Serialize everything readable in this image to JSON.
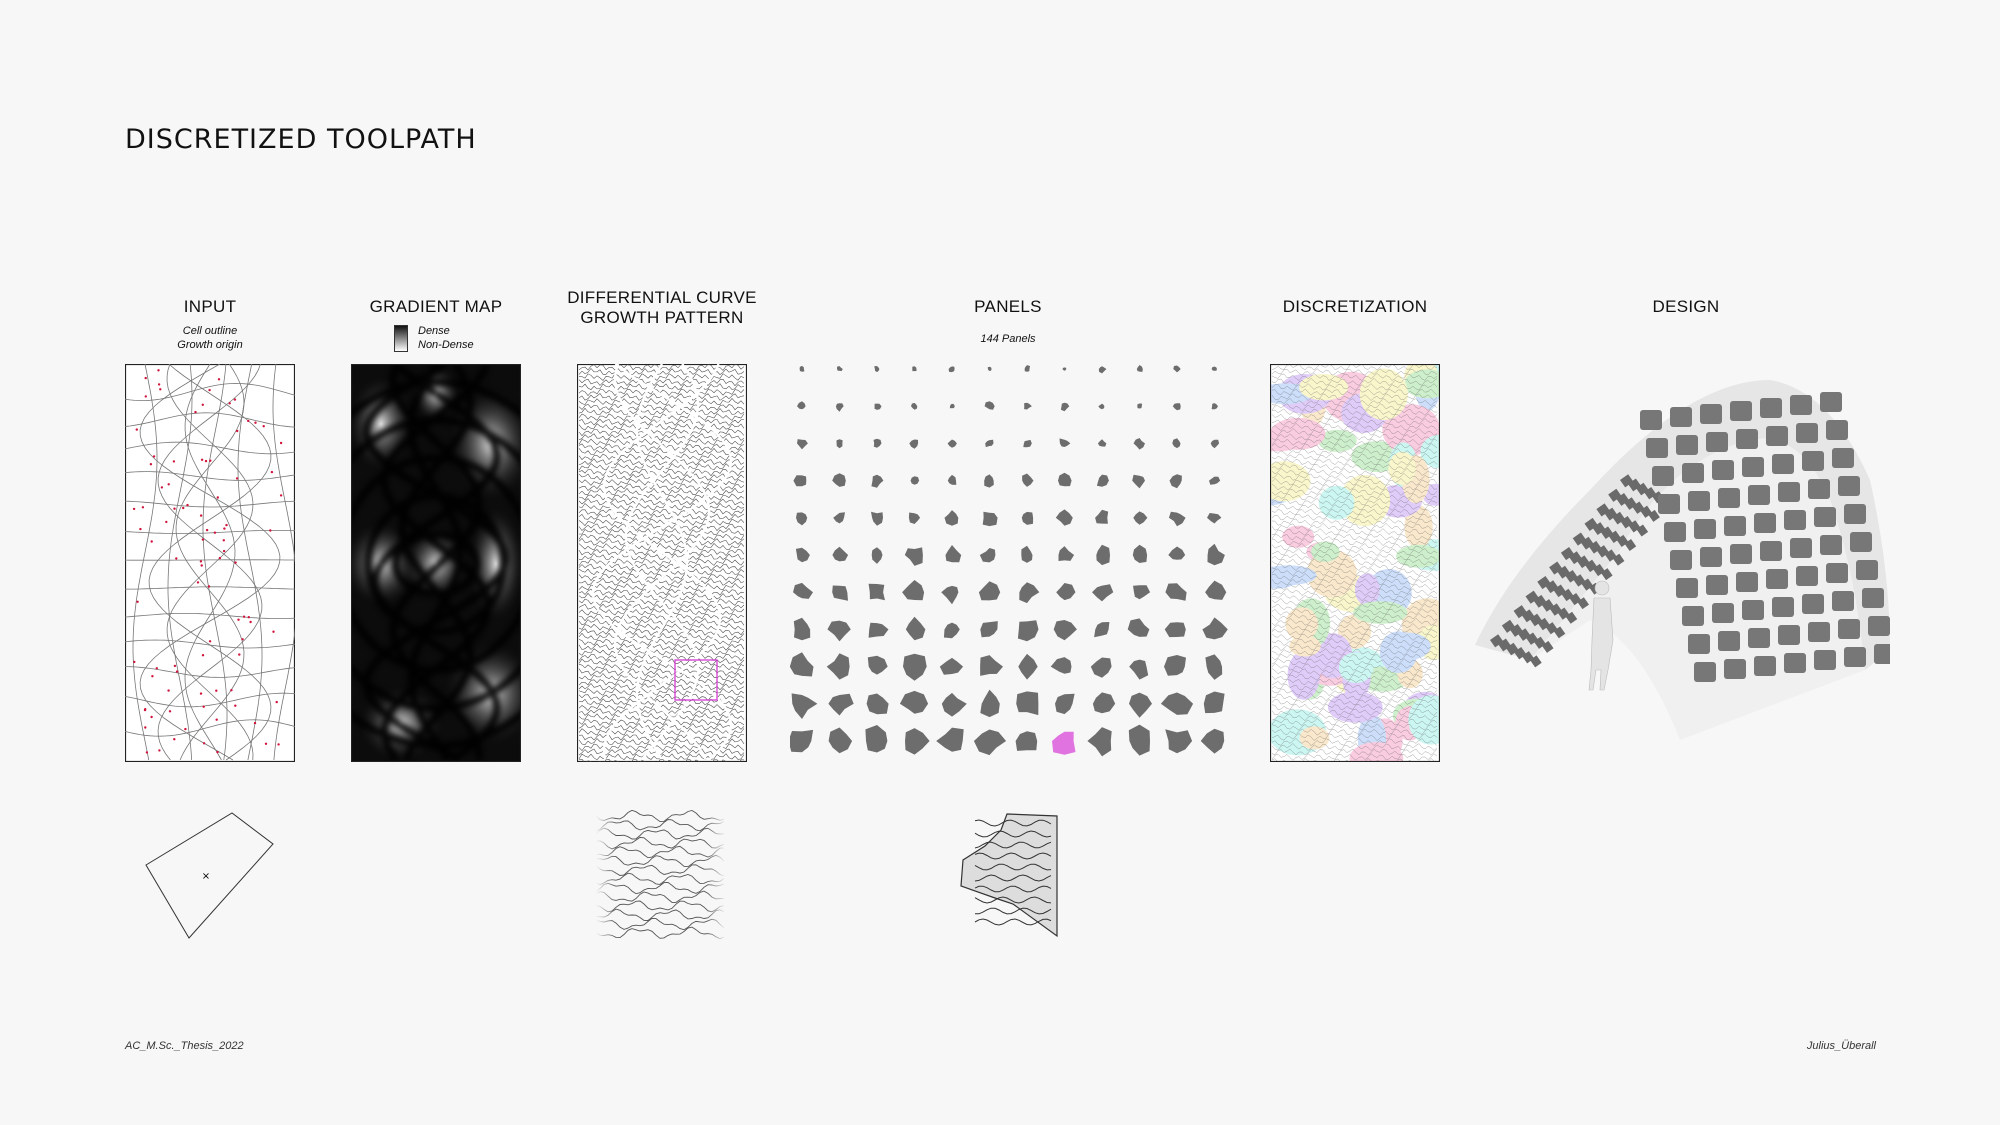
{
  "page_title": "DISCRETIZED TOOLPATH",
  "columns": {
    "input": {
      "title": "INPUT",
      "legend": [
        "Cell outline",
        "Growth origin"
      ]
    },
    "gradient": {
      "title": "GRADIENT MAP",
      "legend": [
        "Dense",
        "Non-Dense"
      ]
    },
    "growth": {
      "title_line1": "DIFFERENTIAL CURVE",
      "title_line2": "GROWTH PATTERN"
    },
    "panels": {
      "title": "PANELS",
      "subtitle": "144 Panels"
    },
    "discretization": {
      "title": "DISCRETIZATION"
    },
    "design": {
      "title": "DESIGN"
    }
  },
  "colors": {
    "growth_origin": "#d0143c",
    "highlight": "#d63ad6",
    "frame": "#222222"
  },
  "footer": {
    "left": "AC_M.Sc._Thesis_2022",
    "right": "Julius_Überall"
  }
}
